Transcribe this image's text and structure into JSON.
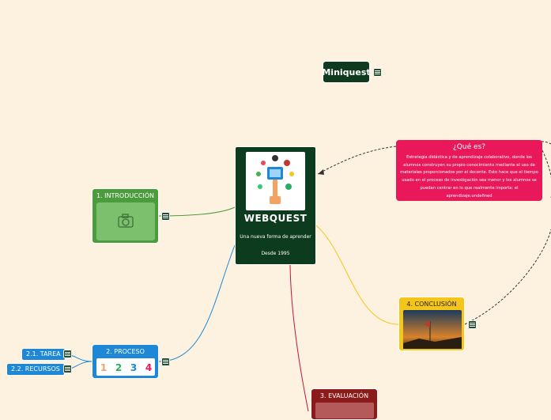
{
  "central": {
    "title": "WEBQUEST",
    "subtitle": "Una nueva forma de aprender",
    "since": "Desde 1995"
  },
  "miniquest": {
    "label": "Miniquest"
  },
  "que_es": {
    "title": "¿Qué es?",
    "text": "Estrategia didáctica y de aprendizaje colaborativo, donde los alumnos construyen su propio conocimiento mediante el uso de materiales proporcionados por el docente. Esto hace que el tiempo usado en el proceso de investigación sea menor y los alumnos se puedan centrar en lo que realmente importa: el aprendizaje.undefined"
  },
  "introduccion": {
    "label": "1. INTRODUCCIÓN"
  },
  "proceso": {
    "label": "2. PROCESO",
    "steps": [
      "1",
      "2",
      "3",
      "4"
    ],
    "children": [
      "2.1. TAREA",
      "2.2. RECURSOS"
    ]
  },
  "evaluacion": {
    "label": "3. EVALUACIÓN"
  },
  "conclusion": {
    "label": "4. CONCLUSIÓN"
  },
  "colors": {
    "background": "#fdf2df",
    "central": "#0d3b1e",
    "introduccion": "#4a9c3d",
    "proceso": "#1e88d6",
    "evaluacion": "#8b1a1a",
    "conclusion": "#f5c51a",
    "que_es": "#e8185a"
  },
  "icons": [
    "camera-icon",
    "note-icon",
    "computer-tree-icon",
    "flag-icon"
  ]
}
